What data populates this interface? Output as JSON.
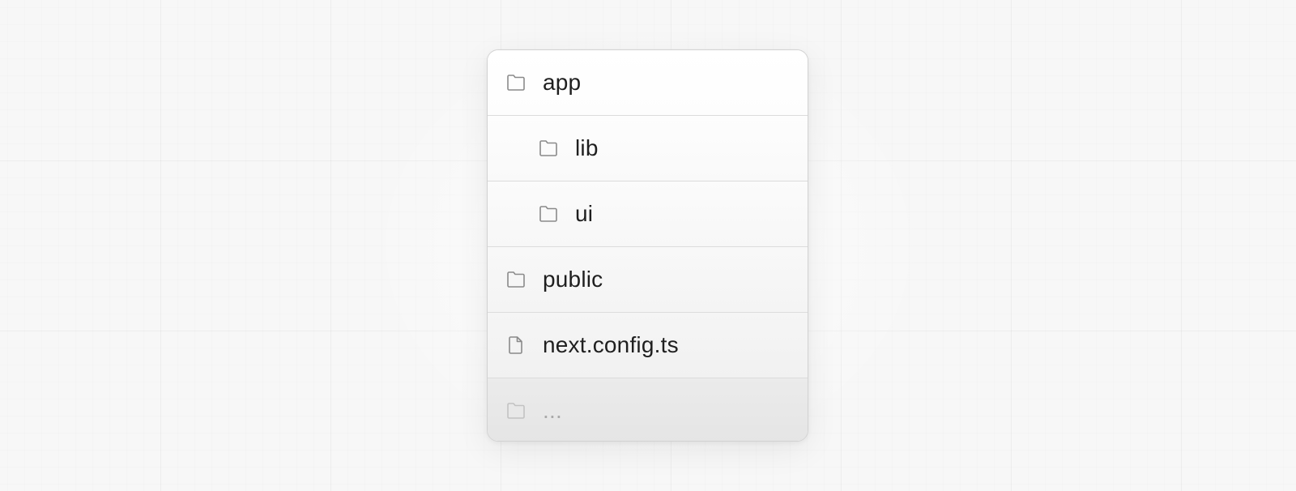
{
  "tree": {
    "items": [
      {
        "label": "app",
        "icon": "folder-icon"
      },
      {
        "label": "lib",
        "icon": "folder-icon"
      },
      {
        "label": "ui",
        "icon": "folder-icon"
      },
      {
        "label": "public",
        "icon": "folder-icon"
      },
      {
        "label": "next.config.ts",
        "icon": "file-icon"
      },
      {
        "label": "...",
        "icon": "folder-icon"
      }
    ]
  },
  "colors": {
    "background": "#f7f7f7",
    "border": "#d2d2d2",
    "text": "#1f1f1f",
    "icon": "#8a8a8a",
    "muted": "#a9a9a9"
  }
}
